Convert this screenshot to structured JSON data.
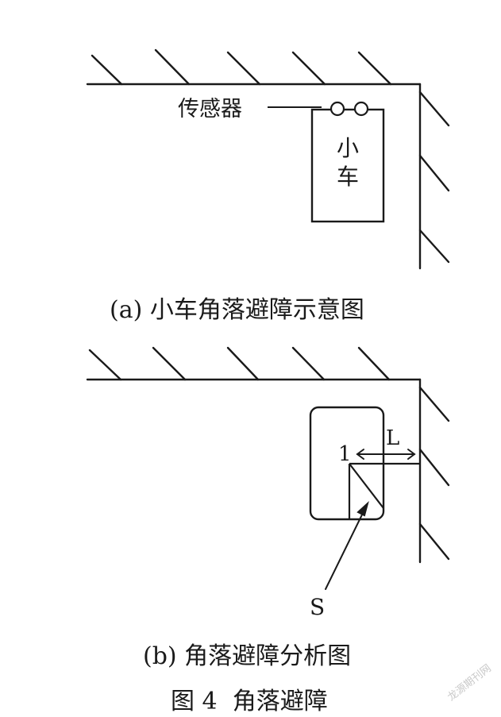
{
  "diagram_a": {
    "sensor_label": "传感器",
    "car_label_line1": "小",
    "car_label_line2": "车",
    "caption": "(a) 小车角落避障示意图"
  },
  "diagram_b": {
    "point_label": "1",
    "distance_label": "L",
    "area_label": "S",
    "caption": "(b) 角落避障分析图"
  },
  "figure_caption": "图 4  角落避障",
  "watermark": "龙源期刊网"
}
